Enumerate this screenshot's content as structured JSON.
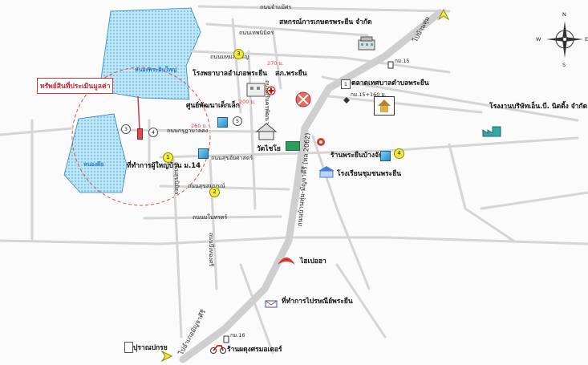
{
  "compass": {
    "n": "N",
    "s": "S",
    "e": "E",
    "w": "W"
  },
  "callout": {
    "subject": "ทรัพย์สินที่ประเมินมูลค่า"
  },
  "ponds": {
    "big_pond": "หนองพระอินใหญ่",
    "small_pond": "หนองผือ"
  },
  "places": {
    "cooperative": "สหกรณ์การเกษตรพระยืน จำกัด",
    "hospital": "โรงพยาบาลอำเภอพระยืน",
    "police": "สภ.พระยืน",
    "child_center": "ศูนย์พัฒนาเด็กเล็ก",
    "temple": "วัดไชโย",
    "village_office": "ที่ทำการผู้ใหญ่บ้าน ม.14",
    "market": "ตลาดเทศบาลตำบลพระยืน",
    "factory": "โรงงานบริษัทเอ็น.บี. นิตติ้ง จำกัด",
    "shop": "ร้านพระยืนบ้างจัก",
    "school": "โรงเรียนชุมชนพระยืน",
    "honda": "ไฮเปอฮา",
    "post_office": "ที่ทำการไปรษณีย์พระยืน",
    "motor_shop": "ร้านผดุงศรมอเตอร์",
    "bus_stop": "ปุราณปกรย"
  },
  "roads": {
    "top_road": "ถนนจำแม้ศร",
    "road_nw1": "ถนนเทพนิมิตร",
    "road_nw2": "ถนนมหมลเจริญ",
    "road_mid": "ถนนกรุฏาบาลคง",
    "road_centre": "ถนนสุขอัยศาสตร์",
    "road_south1": "ถนนสุขสมบูรณ์",
    "road_south2": "ถนนมในทรดร์",
    "road_vert_a": "ถนนสุขนิมิตร",
    "road_vert_b": "ถนนบึงทองศรี",
    "road_vert_c": "ถนนศรีนครพัฒนา",
    "highway": "ถนนบ้านทุ่ม-มัญจาคีรี (ทล 2062)",
    "to_khonkaen": "ไปบ้านทุ่ม",
    "to_manchakhiri": "ไปอำเภอมัญจาคีรี"
  },
  "distances": {
    "d1": "270 ม.",
    "d2": "200 ม.",
    "d3": "260 ม."
  },
  "km_markers": {
    "km15": "กม.15",
    "km15_160": "กม.15+160 ม.",
    "km16": "กม.16"
  },
  "markers": {
    "y1": "1",
    "y2": "2",
    "y3": "3",
    "y4": "4",
    "w1": "1",
    "w3": "3",
    "w4": "4",
    "w5": "5"
  }
}
